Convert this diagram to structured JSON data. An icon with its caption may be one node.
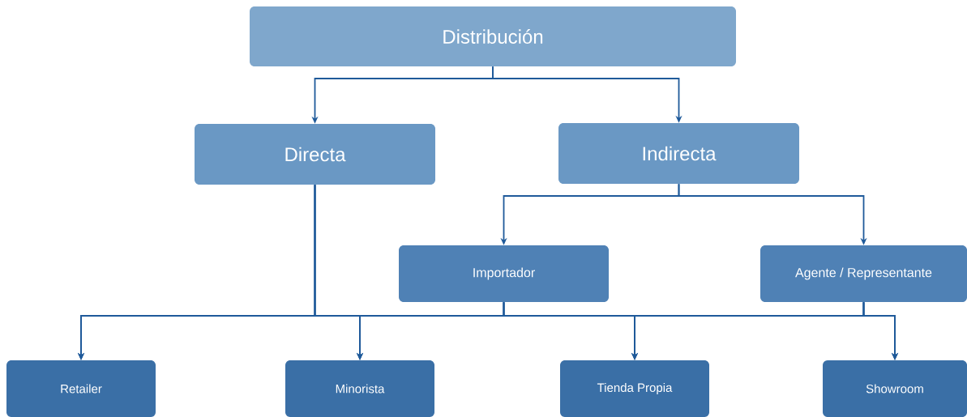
{
  "diagram": {
    "nodes": [
      {
        "text": [
          "Distribución"
        ]
      },
      {
        "text": [
          "Directa"
        ]
      },
      {
        "text": [
          "Indirecta"
        ]
      },
      {
        "text": [
          "Importador"
        ]
      },
      {
        "text": [
          "Agente / Representante"
        ]
      },
      {
        "text": [
          "Retailer"
        ]
      },
      {
        "text": [
          "Minorista"
        ]
      },
      {
        "text": [
          "Tienda Propia"
        ]
      },
      {
        "text": [
          "Showroom"
        ]
      }
    ],
    "edges": [
      {
        "from": 0,
        "to": 1,
        "arrow": "to"
      },
      {
        "from": 0,
        "to": 2,
        "arrow": "to"
      },
      {
        "from": 2,
        "to": 3,
        "arrow": "to"
      },
      {
        "from": 2,
        "to": 4,
        "arrow": "to"
      },
      {
        "from": 1,
        "to": 5,
        "arrow": "to"
      },
      {
        "from": 1,
        "to": 6,
        "arrow": "to"
      },
      {
        "from": 1,
        "to": 7,
        "arrow": "to"
      },
      {
        "from": 1,
        "to": 8,
        "arrow": "to"
      },
      {
        "from": 3,
        "to": 5,
        "arrow": "to"
      },
      {
        "from": 3,
        "to": 6,
        "arrow": "to"
      },
      {
        "from": 3,
        "to": 7,
        "arrow": "to"
      },
      {
        "from": 3,
        "to": 8,
        "arrow": "to"
      },
      {
        "from": 4,
        "to": 5,
        "arrow": "to"
      },
      {
        "from": 4,
        "to": 6,
        "arrow": "to"
      },
      {
        "from": 4,
        "to": 7,
        "arrow": "to"
      },
      {
        "from": 4,
        "to": 8,
        "arrow": "to"
      }
    ]
  }
}
